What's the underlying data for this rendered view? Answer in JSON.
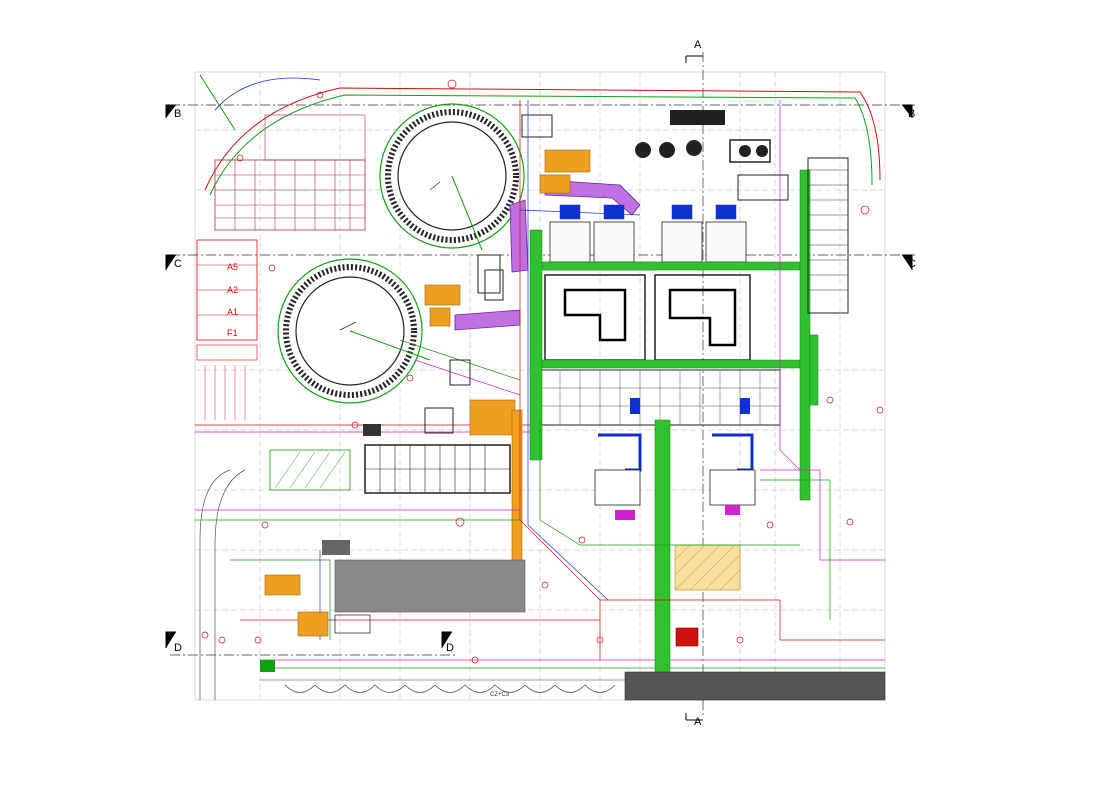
{
  "section_markers": {
    "a_top": "A",
    "a_bottom": "A",
    "b_left": "B",
    "b_right": "B",
    "c_left": "C",
    "c_right": "C",
    "d_left": "D",
    "d_mid": "D"
  },
  "zone_labels": {
    "a5": "A5",
    "a2": "A2",
    "a1": "A1",
    "f1": "F1"
  },
  "bottom_label": "CZ+C3",
  "colors": {
    "red": "#d01010",
    "green": "#10a010",
    "blue": "#1030d0",
    "magenta": "#d020d0",
    "orange": "#f0a020",
    "grey": "#808080"
  }
}
